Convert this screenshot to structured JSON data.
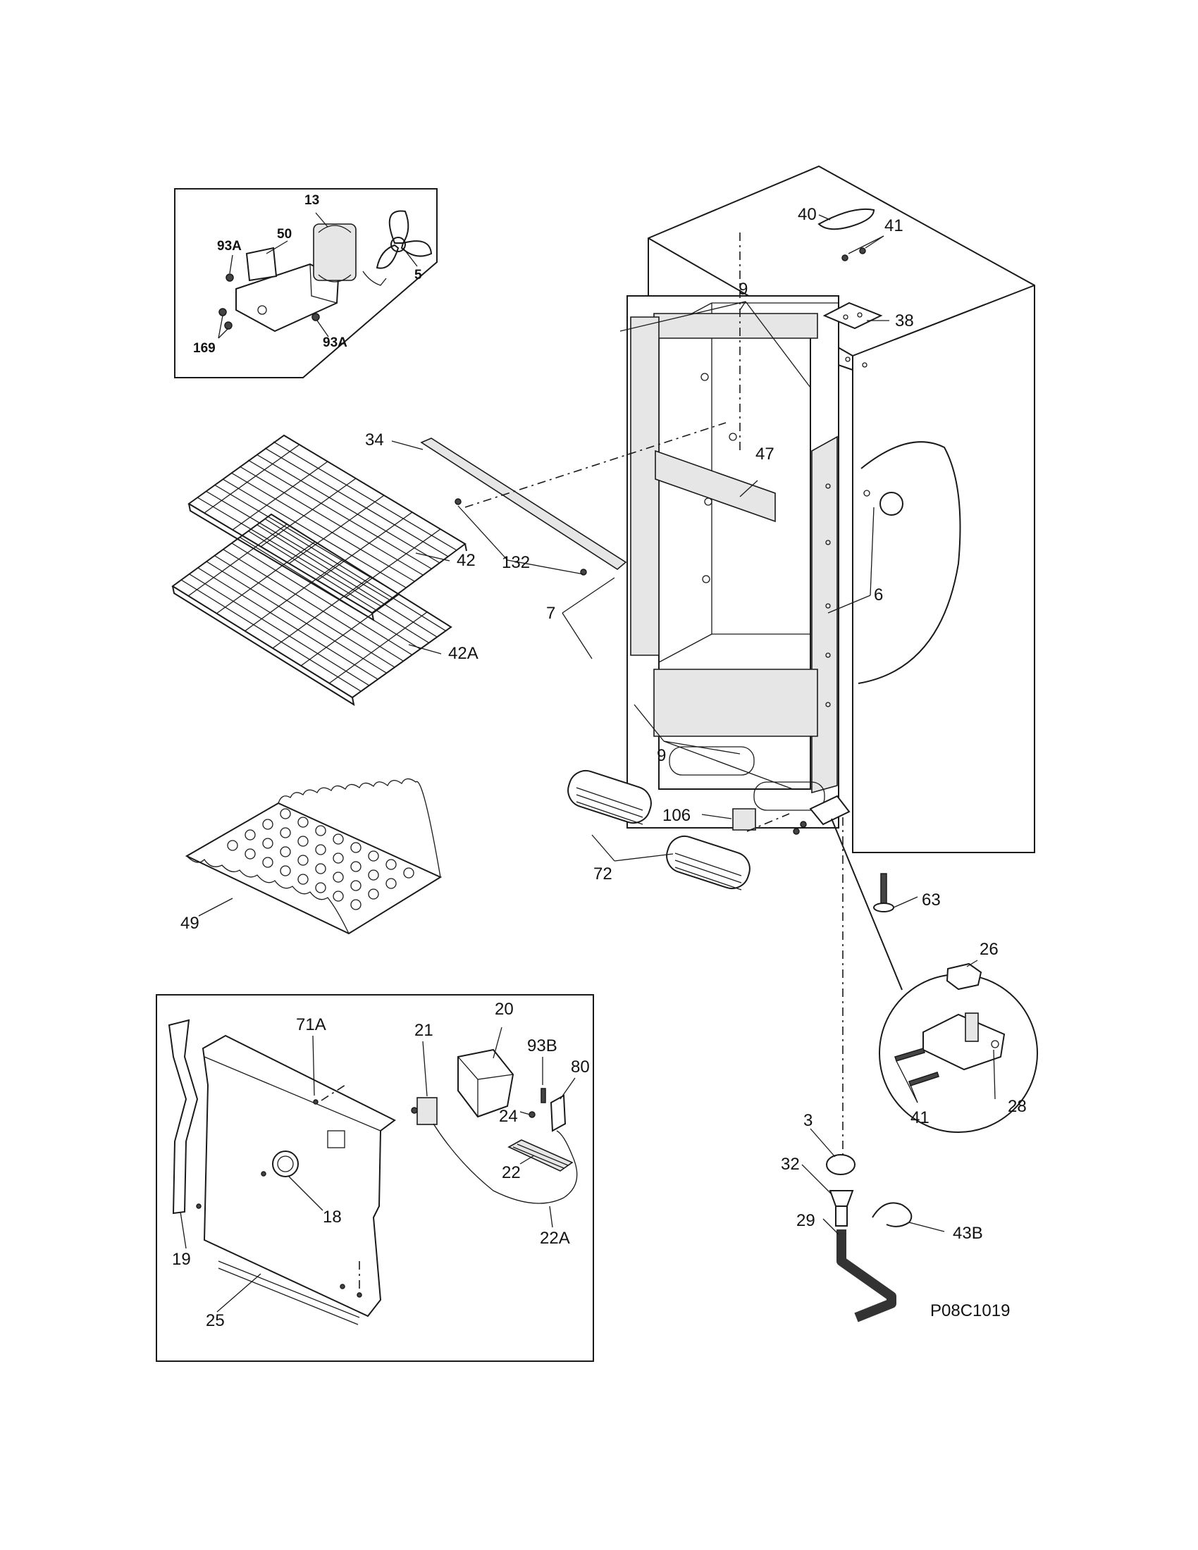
{
  "drawing_code": "P08C1019",
  "fan_inset": {
    "labels": [
      "13",
      "50",
      "93A",
      "5",
      "169",
      "93A"
    ]
  },
  "cabinet_labels": {
    "top_cover": "40",
    "screws_top": "41",
    "hinge_top": "38",
    "gasket_top": "9",
    "liner_left": "34",
    "rail_center": "47",
    "screws_rail": "132",
    "liner_side_left": "7",
    "liner_side_right": "6",
    "gasket_bottom": "9",
    "filter_pad": "106",
    "grilles": "72",
    "leveler": "63"
  },
  "shelf_labels": {
    "shelf_upper": "42",
    "shelf_lower": "42A",
    "basket": "49"
  },
  "hinge_detail": {
    "cap": "26",
    "hinge": "28",
    "screws": "41"
  },
  "drain": {
    "plug": "3",
    "adapter": "32",
    "tube": "29",
    "clip": "43B"
  },
  "control_inset": {
    "panel": "71A",
    "switch": "21",
    "cover": "20",
    "screw": "93B",
    "bracket": "80",
    "clip": "24",
    "lamp_cover": "22",
    "harness": "22A",
    "knob": "18",
    "trim_strip": "19",
    "lower_trim": "25"
  }
}
